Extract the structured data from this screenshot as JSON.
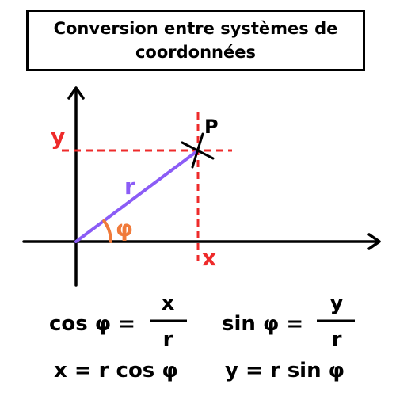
{
  "title": "Conversion entre systèmes de coordonnées",
  "colors": {
    "axis": "#000000",
    "projection": "#ee2b2b",
    "radius": "#8b5cf6",
    "angle": "#f07a3a",
    "text": "#000000"
  },
  "diagram": {
    "point_label": "P",
    "y_label": "y",
    "x_label": "x",
    "r_label": "r",
    "angle_label": "φ"
  },
  "formulas": {
    "cos_lhs": "cos φ =",
    "cos_num": "x",
    "cos_den": "r",
    "sin_lhs": "sin φ =",
    "sin_num": "y",
    "sin_den": "r",
    "x_eq": "x = r cos φ",
    "y_eq": "y = r sin φ"
  }
}
